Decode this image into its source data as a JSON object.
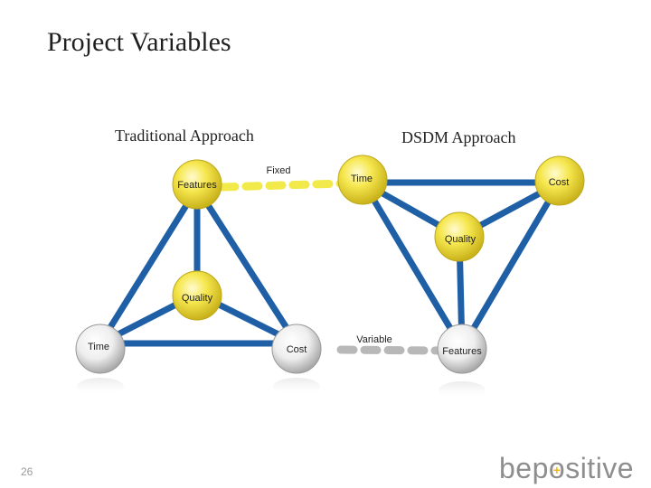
{
  "slide": {
    "title": "Project Variables",
    "page_number": "26"
  },
  "traditional": {
    "heading": "Traditional Approach",
    "nodes": {
      "features": "Features",
      "quality": "Quality",
      "time": "Time",
      "cost": "Cost"
    }
  },
  "dsdm": {
    "heading": "DSDM Approach",
    "nodes": {
      "time": "Time",
      "cost": "Cost",
      "quality": "Quality",
      "features": "Features"
    }
  },
  "connectors": {
    "fixed": "Fixed",
    "variable": "Variable"
  },
  "logo": {
    "part1": "bep",
    "part2": "sitive"
  },
  "colors": {
    "edge": "#1f5fa6",
    "fixed_dash": "#f2e94a",
    "variable_dash": "#b8b8b8",
    "yellow_node": "#f4e046",
    "white_node": "#f0f0f0",
    "logo_accent": "#f2b41a"
  }
}
